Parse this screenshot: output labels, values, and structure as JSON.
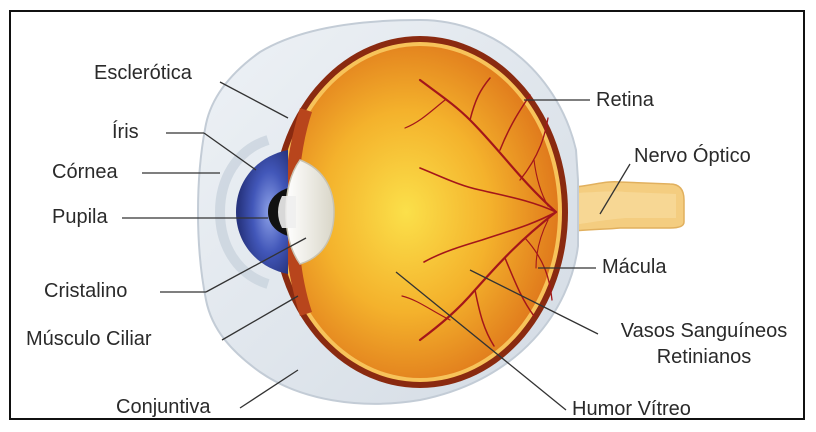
{
  "colors": {
    "sclera": "#dfe5ec",
    "sclera_edge": "#c3ccd6",
    "choroid": "#8a2a10",
    "retina_band": "#f7c35a",
    "vitreous_center": "#f8d036",
    "vitreous_edge": "#e6851e",
    "iris": "#3b4fb0",
    "pupil": "#111111",
    "lens": "#f3f1e8",
    "nerve": "#f4cd80",
    "vessels": "#a4161a",
    "leader_lines": "#333333"
  },
  "labels": {
    "esclerotica": "Esclerótica",
    "iris": "Íris",
    "cornea": "Córnea",
    "pupila": "Pupila",
    "cristalino": "Cristalino",
    "musculo_ciliar": "Músculo Ciliar",
    "conjuntiva": "Conjuntiva",
    "retina": "Retina",
    "nervo_optico": "Nervo Óptico",
    "macula": "Mácula",
    "vasos_line1": "Vasos Sanguíneos",
    "vasos_line2": "Retinianos",
    "humor_vitreo": "Humor Vítreo"
  }
}
